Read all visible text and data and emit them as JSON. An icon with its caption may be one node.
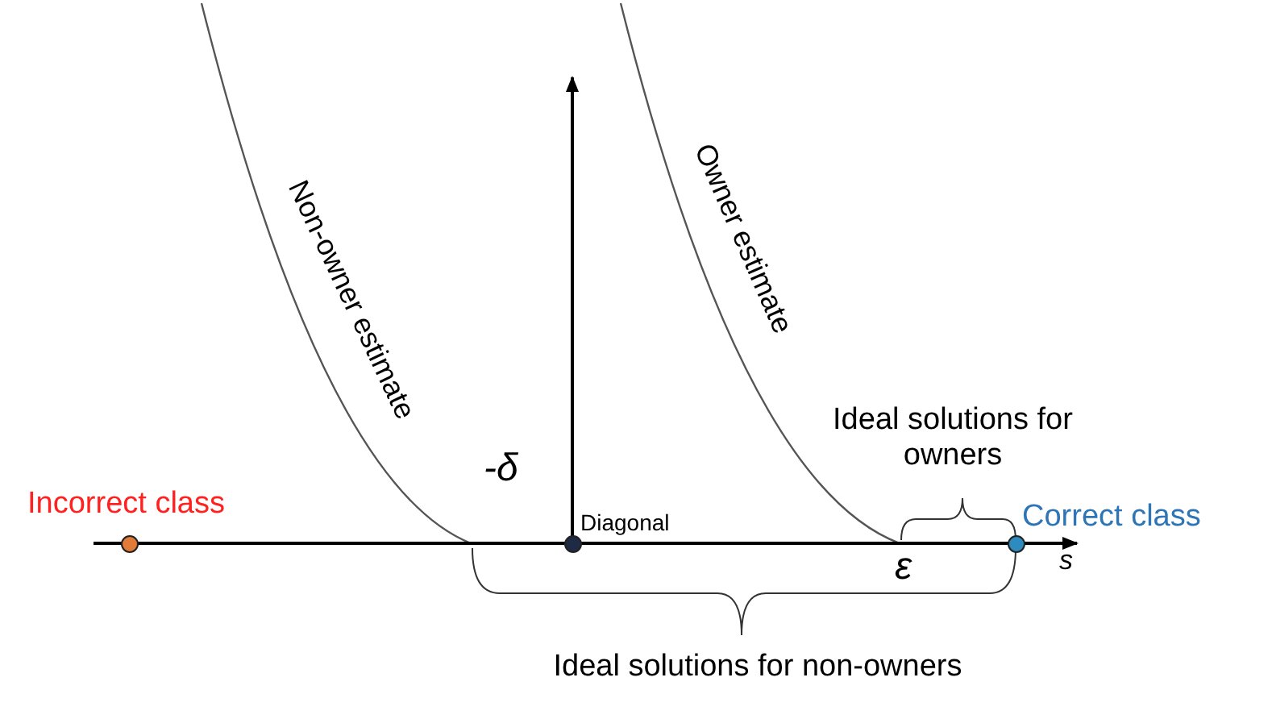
{
  "diagram": {
    "nodes": [
      {
        "text": [],
        "shape": "circle",
        "beside": [
          "Incorrect class"
        ]
      },
      {
        "text": [],
        "shape": "circle",
        "beside": [
          "Diagonal"
        ]
      },
      {
        "text": [],
        "shape": "circle",
        "beside": [
          "Correct class"
        ]
      }
    ],
    "labels": [
      "Non-owner estimate",
      "Owner estimate",
      "Ideal solutions for owners",
      "-δ",
      "ε",
      "s",
      "Ideal solutions for non-owners"
    ]
  }
}
